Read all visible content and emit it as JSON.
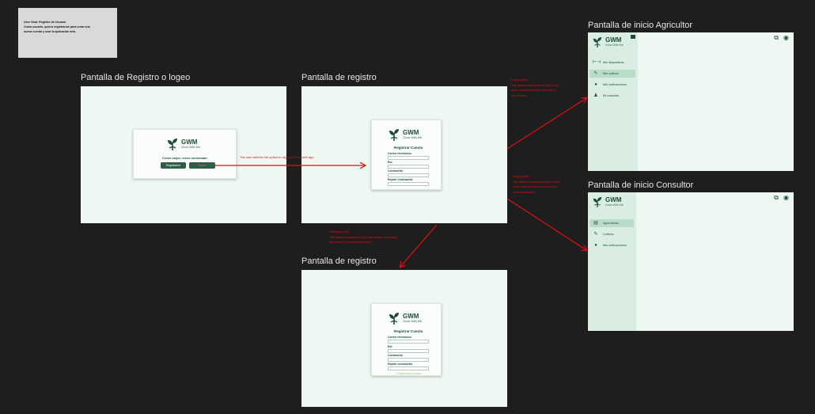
{
  "user_story": {
    "title": "User Goal: Registro de Usuario",
    "lines": [
      "Como usuario, quiero registrarme para crear una",
      "nueva cuenta y usar la aplicación web."
    ]
  },
  "brand": {
    "name": "GWM",
    "tagline": "Grow With Me"
  },
  "frames": {
    "login": {
      "title": "Pantalla de Registro o logeo",
      "slogan": "Crece mejor, crece conectado",
      "register_button": "Registrarse",
      "login_button": "Entrar"
    },
    "register": {
      "title": "Pantalla de registro",
      "heading": "Registrar Cuenta",
      "fields": [
        "Correo electrónico",
        "Rol",
        "Contraseña",
        "Repetir Contraseña"
      ]
    },
    "register_error": {
      "title": "Pantalla de registro",
      "heading": "Registrar Cuenta",
      "fields": [
        "Correo electrónico",
        "Rol",
        "Contraseña",
        "Repetir contraseña"
      ],
      "error": "Completar los campos"
    },
    "home_farmer": {
      "title": "Pantalla de inicio Agricultor",
      "menu": [
        {
          "icon": "devices-icon",
          "label": "Mis dispositivos",
          "active": false
        },
        {
          "icon": "plant-icon",
          "label": "Mis cultivos",
          "active": true
        },
        {
          "icon": "bell-icon",
          "label": "Mis notificaciones",
          "active": false
        },
        {
          "icon": "person-icon",
          "label": "Mi consultor",
          "active": false
        }
      ]
    },
    "home_consultant": {
      "title": "Pantalla de inicio Consultor",
      "menu": [
        {
          "icon": "farmers-icon",
          "label": "Agricultores",
          "active": true
        },
        {
          "icon": "plant-icon",
          "label": "Cultivos",
          "active": false
        },
        {
          "icon": "bell-icon",
          "label": "Mis notificaciones",
          "active": false
        }
      ]
    }
  },
  "annotations": {
    "select_signup": "The user selects the option to sign up in the web app",
    "happy_farmer": [
      "Happy path:",
      "The system validates all the fields",
      "were completed and registers a",
      "new farmer"
    ],
    "happy_consultant": [
      "Happy path:",
      "The system validates all the fields",
      "were completed and registers a",
      "new consultant"
    ],
    "unhappy": [
      "Unhappy path:",
      "The system shows that the credentials are blank",
      "and doesn't redirect anywhere"
    ]
  },
  "colors": {
    "canvas": "#1e1e1e",
    "frame_bg": "#eef7f1",
    "brand_green": "#1f4d36",
    "sidebar": "#d9ede2",
    "annotation_red": "#e01010",
    "error_text": "#9bc46a"
  }
}
